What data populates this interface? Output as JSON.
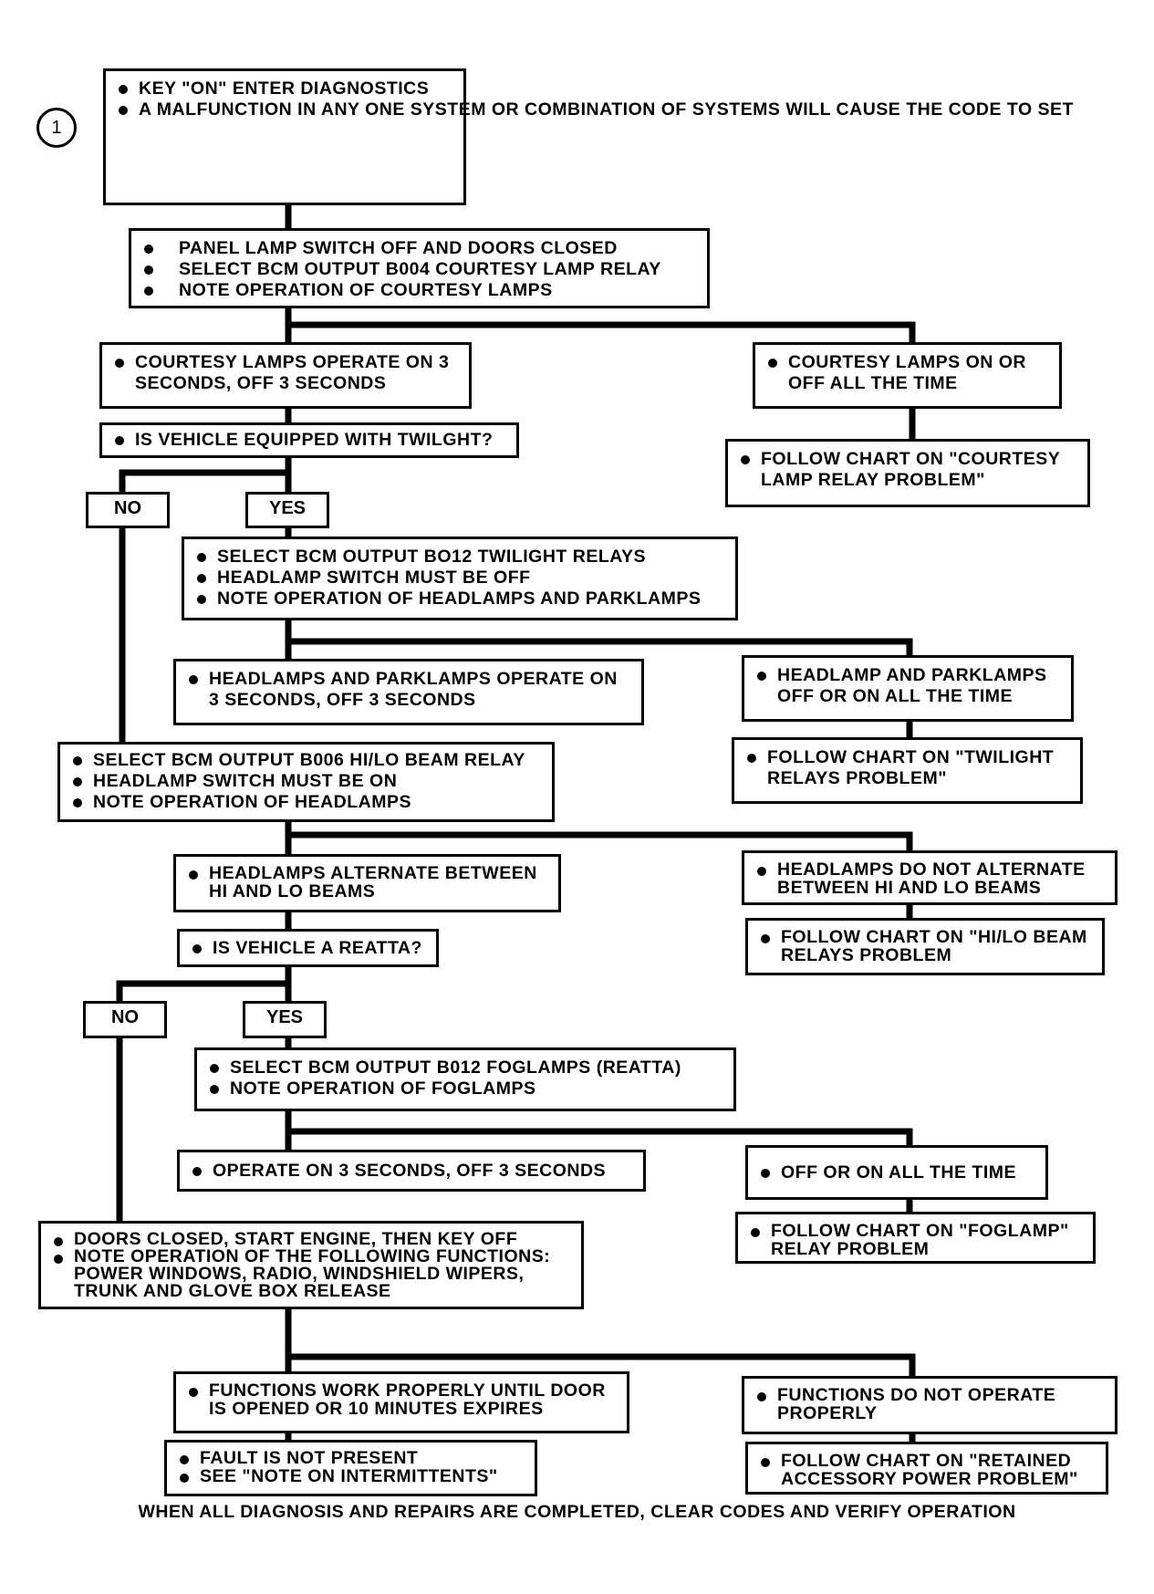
{
  "step_number": "1",
  "boxes": {
    "start": [
      "KEY \"ON\" ENTER DIAGNOSTICS",
      "A MALFUNCTION IN ANY ONE SYSTEM OR COMBINATION OF SYSTEMS WILL CAUSE THE CODE TO SET"
    ],
    "courtesy_test": [
      "PANEL LAMP SWITCH OFF AND DOORS CLOSED",
      "SELECT BCM OUTPUT B004 COURTESY LAMP RELAY",
      "NOTE OPERATION OF COURTESY LAMPS"
    ],
    "courtesy_ok": [
      "COURTESY LAMPS OPERATE ON 3 SECONDS, OFF 3 SECONDS"
    ],
    "courtesy_fail": [
      "COURTESY LAMPS ON OR OFF ALL THE TIME"
    ],
    "courtesy_fail_action": [
      "FOLLOW CHART ON \"COURTESY LAMP RELAY PROBLEM\""
    ],
    "twilight_q": [
      "IS VEHICLE EQUIPPED WITH TWILGHT?"
    ],
    "twilight_test": [
      "SELECT BCM OUTPUT BO12 TWILIGHT RELAYS",
      "HEADLAMP SWITCH MUST BE OFF",
      "NOTE OPERATION OF HEADLAMPS AND PARKLAMPS"
    ],
    "twilight_ok": [
      "HEADLAMPS AND PARKLAMPS OPERATE ON 3 SECONDS, OFF 3 SECONDS"
    ],
    "twilight_fail": [
      "HEADLAMP AND PARKLAMPS OFF OR ON ALL THE TIME"
    ],
    "twilight_fail_action": [
      "FOLLOW CHART ON \"TWILIGHT RELAYS PROBLEM\""
    ],
    "hilo_test": [
      "SELECT BCM OUTPUT B006 HI/LO BEAM RELAY",
      "HEADLAMP SWITCH MUST BE ON",
      "NOTE OPERATION OF HEADLAMPS"
    ],
    "hilo_ok": [
      "HEADLAMPS ALTERNATE BETWEEN HI AND LO BEAMS"
    ],
    "hilo_fail": [
      "HEADLAMPS DO NOT ALTERNATE BETWEEN HI AND LO BEAMS"
    ],
    "hilo_fail_action": [
      "FOLLOW CHART ON \"HI/LO BEAM RELAYS PROBLEM"
    ],
    "reatta_q": [
      "IS VEHICLE A REATTA?"
    ],
    "fog_test": [
      "SELECT BCM OUTPUT B012 FOGLAMPS (REATTA)",
      "NOTE OPERATION OF FOGLAMPS"
    ],
    "fog_ok": [
      "OPERATE ON 3 SECONDS, OFF 3 SECONDS"
    ],
    "fog_fail": [
      "OFF OR ON ALL THE TIME"
    ],
    "fog_fail_action": [
      "FOLLOW CHART ON \"FOGLAMP\" RELAY PROBLEM"
    ],
    "rap_test": [
      "DOORS CLOSED, START ENGINE, THEN KEY OFF",
      "NOTE OPERATION OF THE FOLLOWING FUNCTIONS: POWER WINDOWS, RADIO, WINDSHIELD WIPERS, TRUNK AND GLOVE BOX RELEASE"
    ],
    "rap_ok": [
      "FUNCTIONS WORK PROPERLY UNTIL DOOR IS OPENED OR 10 MINUTES EXPIRES"
    ],
    "rap_fail": [
      "FUNCTIONS DO NOT OPERATE PROPERLY"
    ],
    "rap_ok_result": [
      "FAULT IS NOT PRESENT",
      "SEE \"NOTE ON INTERMITTENTS\""
    ],
    "rap_fail_action": [
      "FOLLOW CHART ON \"RETAINED ACCESSORY POWER PROBLEM\""
    ]
  },
  "labels": {
    "twilight_no": "NO",
    "twilight_yes": "YES",
    "reatta_no": "NO",
    "reatta_yes": "YES"
  },
  "footer": "WHEN ALL DIAGNOSIS AND REPAIRS ARE COMPLETED, CLEAR CODES AND VERIFY OPERATION"
}
